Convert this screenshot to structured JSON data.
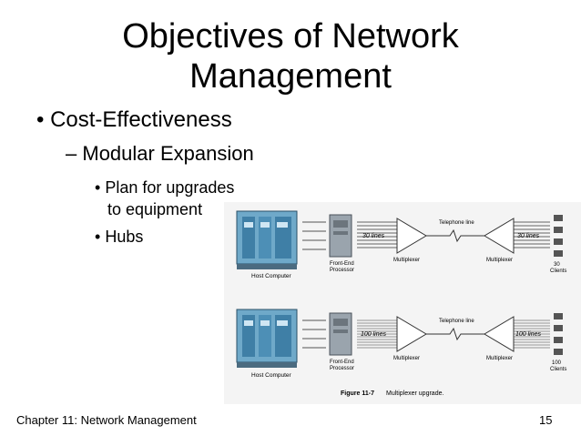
{
  "slide": {
    "title_line1": "Objectives of Network",
    "title_line2": "Management",
    "bullets": {
      "level1": "Cost-Effectiveness",
      "level2": "Modular Expansion",
      "level3a_line1": "Plan for upgrades",
      "level3a_line2": "to equipment",
      "level3b": "Hubs"
    },
    "markers": {
      "dot": "•",
      "dash": "–"
    }
  },
  "figure": {
    "top": {
      "host_label": "Host Computer",
      "fep_label_line1": "Front-End",
      "fep_label_line2": "Processor",
      "lines_left": "30 lines",
      "lines_right": "30 lines",
      "mux_left": "Multiplexer",
      "mux_right": "Multiplexer",
      "telephone": "Telephone line",
      "clients_count": "30",
      "clients_label": "Clients"
    },
    "bottom": {
      "host_label": "Host Computer",
      "fep_label_line1": "Front-End",
      "fep_label_line2": "Processor",
      "lines_left": "100 lines",
      "lines_right": "100 lines",
      "mux_left": "Multiplexer",
      "mux_right": "Multiplexer",
      "telephone": "Telephone line",
      "clients_count": "100",
      "clients_label": "Clients"
    },
    "caption_number": "Figure 11-7",
    "caption_text": "Multiplexer upgrade."
  },
  "footer": {
    "chapter": "Chapter 11: Network Management",
    "page": "15"
  }
}
